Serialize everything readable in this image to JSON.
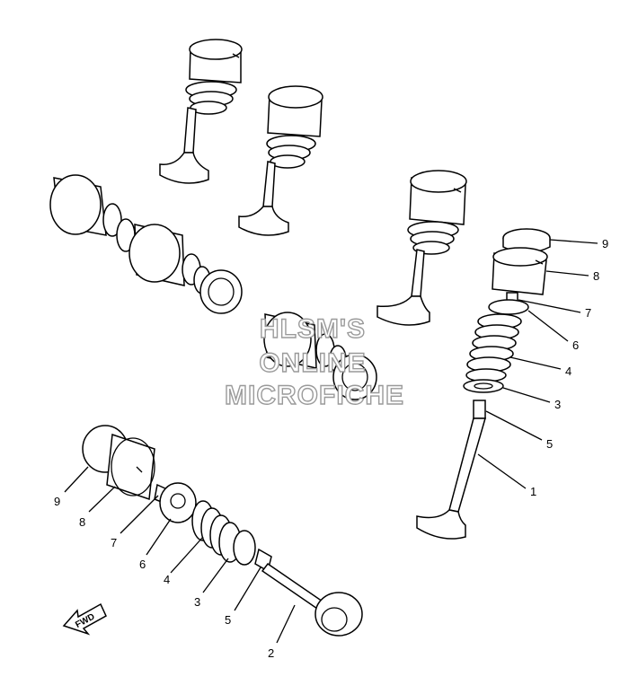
{
  "watermark": {
    "line1": "HLSM'S",
    "line2": "ONLINE",
    "line3": "MICROFICHE"
  },
  "fwd_label": "FWD",
  "callouts_right": [
    {
      "id": "r9",
      "label": "9"
    },
    {
      "id": "r8",
      "label": "8"
    },
    {
      "id": "r7",
      "label": "7"
    },
    {
      "id": "r6",
      "label": "6"
    },
    {
      "id": "r4",
      "label": "4"
    },
    {
      "id": "r3",
      "label": "3"
    },
    {
      "id": "r5",
      "label": "5"
    },
    {
      "id": "r1",
      "label": "1"
    }
  ],
  "callouts_left": [
    {
      "id": "l9",
      "label": "9"
    },
    {
      "id": "l8",
      "label": "8"
    },
    {
      "id": "l7",
      "label": "7"
    },
    {
      "id": "l6",
      "label": "6"
    },
    {
      "id": "l4",
      "label": "4"
    },
    {
      "id": "l3",
      "label": "3"
    },
    {
      "id": "l5",
      "label": "5"
    },
    {
      "id": "l2",
      "label": "2"
    }
  ]
}
